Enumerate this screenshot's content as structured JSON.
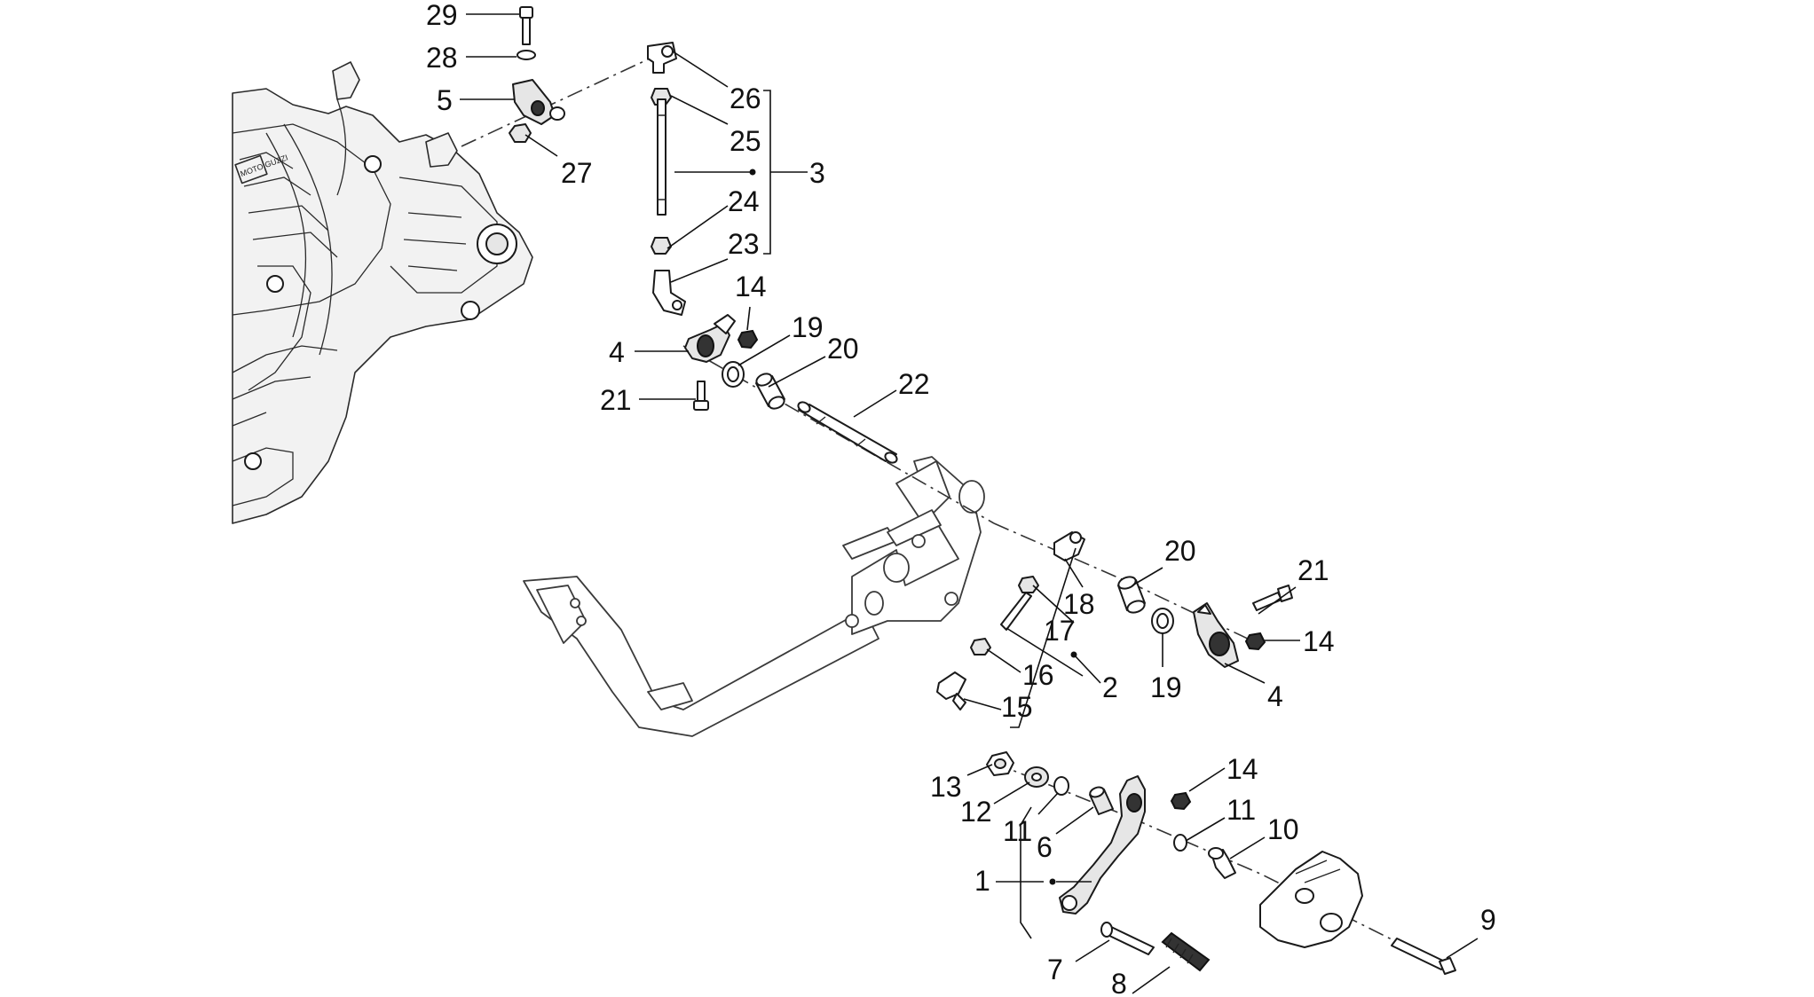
{
  "callouts": {
    "n29": "29",
    "n28": "28",
    "n5": "5",
    "n26": "26",
    "n25": "25",
    "n27": "27",
    "n3": "3",
    "n24": "24",
    "n23": "23",
    "n14a": "14",
    "n19a": "19",
    "n20a": "20",
    "n4a": "4",
    "n21a": "21",
    "n22": "22",
    "n20b": "20",
    "n21b": "21",
    "n18": "18",
    "n17": "17",
    "n14b": "14",
    "n16": "16",
    "n2": "2",
    "n19b": "19",
    "n4b": "4",
    "n15": "15",
    "n14c": "14",
    "n13": "13",
    "n12": "12",
    "n11a": "11",
    "n11b": "11",
    "n6": "6",
    "n10": "10",
    "n1": "1",
    "n9": "9",
    "n7": "7",
    "n8": "8"
  },
  "engine_badge": "MOTO GUZZI"
}
